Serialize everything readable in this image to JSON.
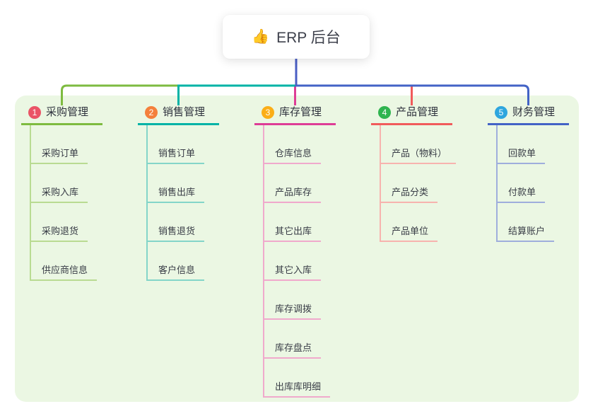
{
  "root": {
    "icon": "👍",
    "title": "ERP 后台"
  },
  "connector_color": "#4a5ec4",
  "panel_color": "#ebf7e3",
  "branches": [
    {
      "number": "1",
      "label": "采购管理",
      "badge_color": "#ea5466",
      "line_color": "#7ebb40",
      "light_line_color": "#b9db92",
      "children": [
        "采购订单",
        "采购入库",
        "采购退货",
        "供应商信息"
      ]
    },
    {
      "number": "2",
      "label": "销售管理",
      "badge_color": "#f4803c",
      "line_color": "#00b3a6",
      "light_line_color": "#84d5c9",
      "children": [
        "销售订单",
        "销售出库",
        "销售退货",
        "客户信息"
      ]
    },
    {
      "number": "3",
      "label": "库存管理",
      "badge_color": "#fbae17",
      "line_color": "#de3d96",
      "light_line_color": "#f0a9cc",
      "children": [
        "仓库信息",
        "产品库存",
        "其它出库",
        "其它入库",
        "库存调拨",
        "库存盘点",
        "出库库明细"
      ]
    },
    {
      "number": "4",
      "label": "产品管理",
      "badge_color": "#2fb44f",
      "line_color": "#f15b5b",
      "light_line_color": "#f7b3ae",
      "children": [
        "产品（物料）",
        "产品分类",
        "产品单位"
      ]
    },
    {
      "number": "5",
      "label": "财务管理",
      "badge_color": "#2ea6de",
      "line_color": "#4363c6",
      "light_line_color": "#9faedc",
      "children": [
        "回款单",
        "付款单",
        "结算账户"
      ]
    }
  ]
}
